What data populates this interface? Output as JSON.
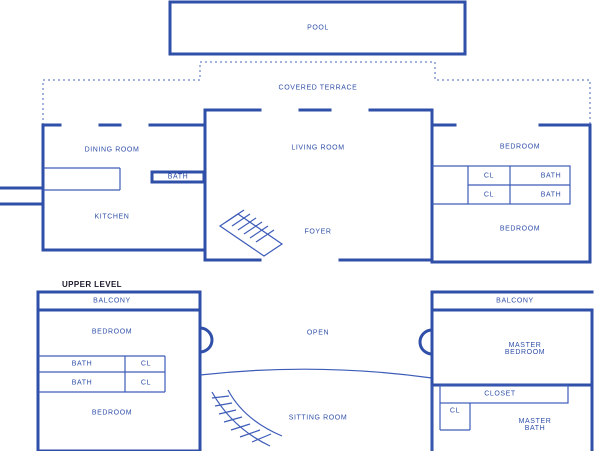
{
  "colors": {
    "wall": "#2f4fa8",
    "background": "#ffffff"
  },
  "lower_level": {
    "rooms": {
      "pool": "POOL",
      "covered_terrace": "COVERED TERRACE",
      "dining_room": "DINING ROOM",
      "living_room": "LIVING ROOM",
      "bath": "BATH",
      "kitchen": "KITCHEN",
      "foyer": "FOYER",
      "bedroom_top": "BEDROOM",
      "cl_top": "CL",
      "bath_top": "BATH",
      "cl_bottom": "CL",
      "bath_bottom": "BATH",
      "bedroom_bottom": "BEDROOM"
    }
  },
  "upper_level": {
    "heading": "UPPER LEVEL",
    "rooms": {
      "balcony_left": "BALCONY",
      "balcony_right": "BALCONY",
      "bedroom_top": "BEDROOM",
      "open": "OPEN",
      "master_bedroom": "MASTER BEDROOM",
      "bath_top": "BATH",
      "cl_top": "CL",
      "bath_bottom": "BATH",
      "cl_bottom": "CL",
      "closet": "CLOSET",
      "cl_small": "CL",
      "bedroom_bottom": "BEDROOM",
      "sitting_room": "SITTING ROOM",
      "master_bath": "MASTER BATH"
    }
  }
}
